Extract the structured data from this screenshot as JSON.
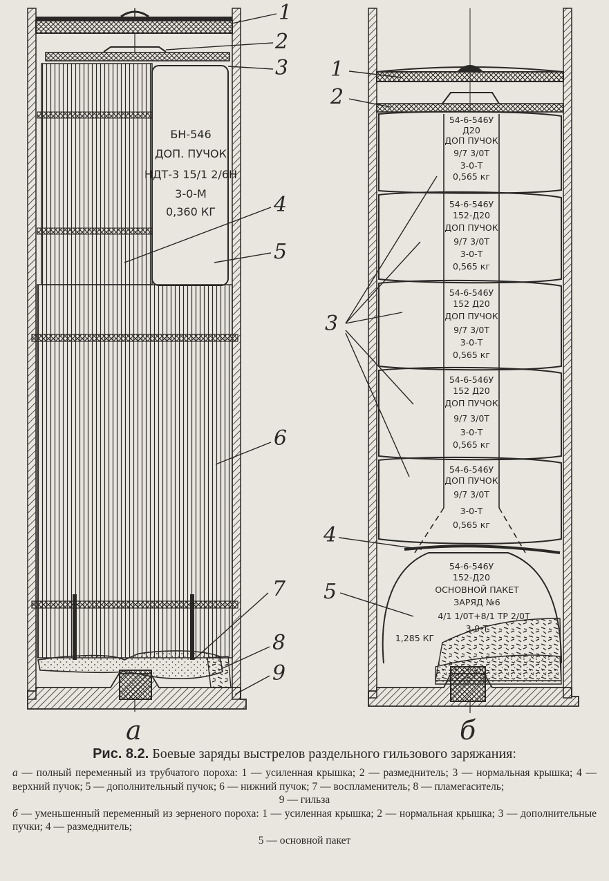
{
  "panel_a": {
    "label": "а",
    "callouts": [
      "1",
      "2",
      "3",
      "4",
      "5",
      "6",
      "7",
      "8",
      "9"
    ],
    "marking": [
      "БН-546",
      "ДОП. ПУЧОК",
      "НДТ-3 15/1 2/6Н",
      "3-0-М",
      "0,360 КГ"
    ]
  },
  "panel_b": {
    "label": "б",
    "callouts": [
      "1",
      "2",
      "3",
      "4",
      "5"
    ],
    "packets": [
      [
        "54-6-546У",
        "Д20",
        "ДОП ПУЧОК",
        "9/7  3/0Т",
        "3-0-Т",
        "0,565 кг"
      ],
      [
        "54-6-546У",
        "152-Д20",
        "ДОП ПУЧОК",
        "9/7  3/0Т",
        "3-0-Т",
        "0,565 кг"
      ],
      [
        "54-6-546У",
        "152 Д20",
        "ДОП ПУЧОК",
        "9/7  3/0Т",
        "3-0-Т",
        "0,565 кг"
      ],
      [
        "54-6-546У",
        "152 Д20",
        "ДОП ПУЧОК",
        "9/7  3/0Т",
        "3-0-Т",
        "0,565 кг"
      ],
      [
        "54-6-546У",
        "ДОП ПУЧОК",
        "9/7  3/0Т",
        "3-0-Т",
        "0,565 кг"
      ]
    ],
    "main_packet": [
      "54-6-546У",
      "152-Д20",
      "ОСНОВНОЙ ПАКЕТ",
      "ЗАРЯД №6",
      "4/1 1/0Т+8/1 ТР 2/0Т",
      "3-0-Т",
      "1,285 КГ"
    ]
  },
  "caption": {
    "fig_number": "Рис. 8.2.",
    "title": "Боевые заряды выстрелов раздельного гильзового заряжания:",
    "a_letter": "а",
    "a_text": "— полный переменный из трубчатого пороха: 1 — усиленная крышка; 2 — размеднитель; 3 — нормальная крышка; 4 — верхний пучок; 5 — дополнительный пучок; 6 — нижний пучок; 7 — воспламенитель; 8 — пламегаситель;",
    "a_text_last": "9 — гильза",
    "b_letter": "б",
    "b_text": "— уменьшенный переменный из зерненого пороха: 1 — усиленная крышка; 2 — нормальная крышка; 3 — дополнительные пучки; 4 — размеднитель;",
    "b_text_last": "5 — основной пакет"
  },
  "colors": {
    "ink": "#2a2826",
    "paper": "#e9e6df"
  }
}
